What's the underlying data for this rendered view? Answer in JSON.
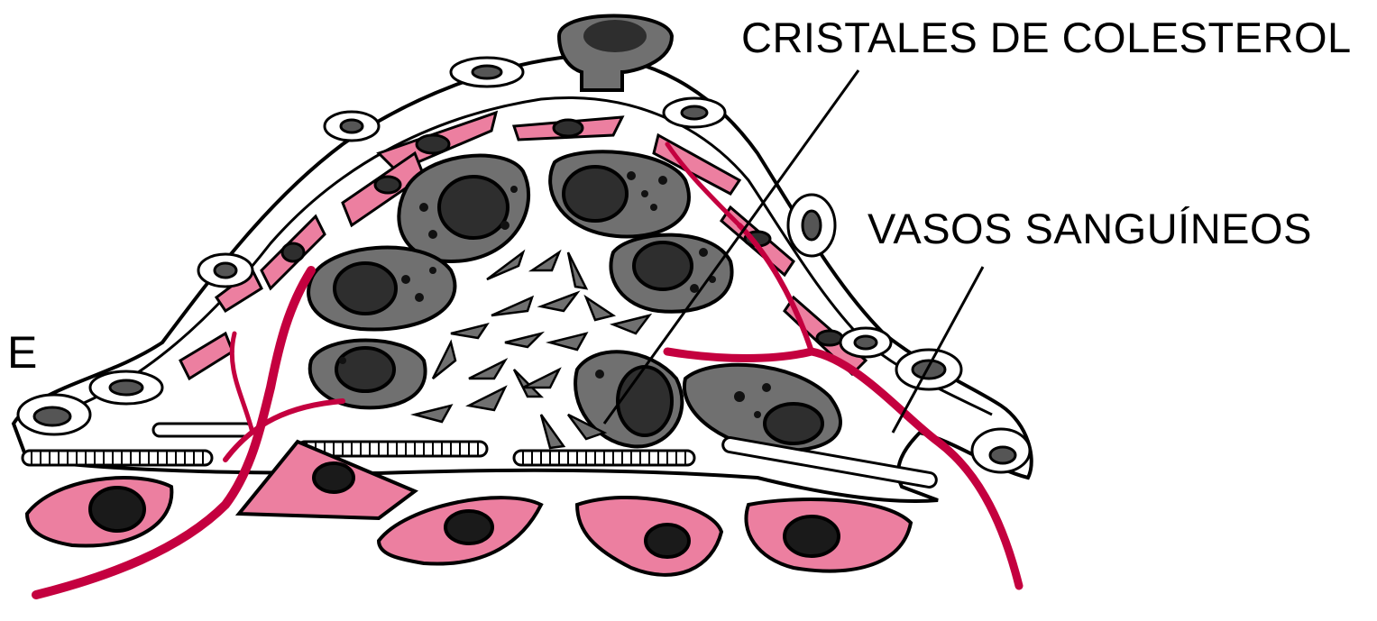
{
  "labels": {
    "cholesterol_crystals": "CRISTALES DE COLESTEROL",
    "blood_vessels": "VASOS SANGUÍNEOS",
    "edge_letter": "E"
  },
  "colors": {
    "background": "#ffffff",
    "outline": "#000000",
    "blood_vessel": "#c4003f",
    "pink_cell": "#ec7fa0",
    "gray_cell": "#707070",
    "nucleus": "#3a3a3a",
    "dark": "#1a1a1a"
  }
}
